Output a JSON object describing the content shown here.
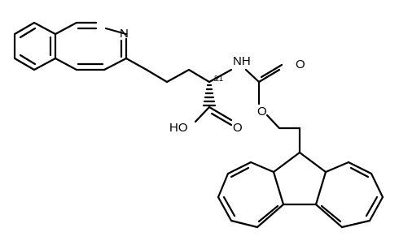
{
  "molecule": {
    "atom_labels": {
      "nitrogen_ring": "N",
      "nitrogen_amide": "NH",
      "oxygen_carbonyl_carbamate": "O",
      "oxygen_ester_carbamate": "O",
      "oxygen_carbonyl_acid": "O",
      "hydroxyl": "HO"
    },
    "stereo_label": "&1"
  },
  "colors": {
    "bond": "#000000",
    "background": "#ffffff"
  }
}
